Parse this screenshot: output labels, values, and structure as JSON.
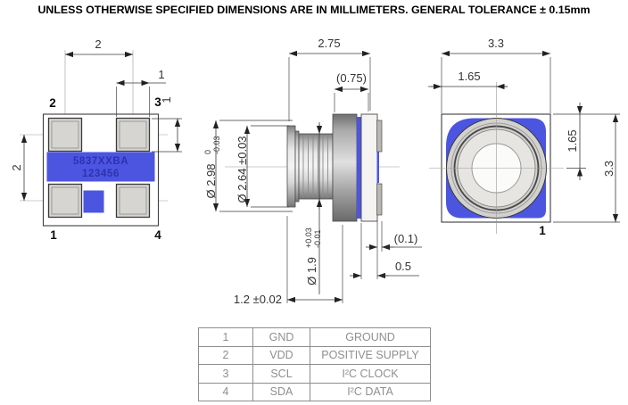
{
  "title": "UNLESS OTHERWISE SPECIFIED DIMENSIONS ARE IN MILLIMETERS. GENERAL TOLERANCE ± 0.15mm",
  "bottom_view": {
    "marking_line1": "5837XXBA",
    "marking_line2": "123456",
    "pad_labels": {
      "p1": "1",
      "p2": "2",
      "p3": "3",
      "p4": "4"
    },
    "dims": {
      "pad_pitch_horizontal": "2",
      "pad_width": "1",
      "pad_pitch_vertical": "2",
      "pad_height": "1"
    }
  },
  "side_view": {
    "dims": {
      "overall_height": "2.75",
      "flange_width": "(0.75)",
      "dia_outer": "Ø 2.98",
      "dia_outer_tol_upper": "0",
      "dia_outer_tol_lower": "-0.03",
      "dia_mid": "Ø 2.64 ±0.03",
      "dia_port": "Ø 1.9",
      "dia_port_tol_upper": "+0.03",
      "dia_port_tol_lower": "-0.01",
      "barrel_length": "1.2 ±0.02",
      "pad_standoff": "(0.1)",
      "substrate_thickness": "0.5"
    }
  },
  "top_view": {
    "dims": {
      "body_width": "3.3",
      "half_width": "1.65",
      "half_height": "1.65",
      "body_height": "3.3"
    },
    "pin1_label": "1"
  },
  "pin_table": {
    "rows": [
      {
        "pin": "1",
        "name": "GND",
        "description": "GROUND"
      },
      {
        "pin": "2",
        "name": "VDD",
        "description": "POSITIVE SUPPLY"
      },
      {
        "pin": "3",
        "name": "SCL",
        "description": "I²C CLOCK"
      },
      {
        "pin": "4",
        "name": "SDA",
        "description": "I²C DATA"
      }
    ]
  },
  "colors": {
    "body_blue": "#4c55e0",
    "marking_blue": "#2d31b0",
    "pad_gray": "#d7d5d1",
    "table_gray": "#8f8f8f"
  }
}
